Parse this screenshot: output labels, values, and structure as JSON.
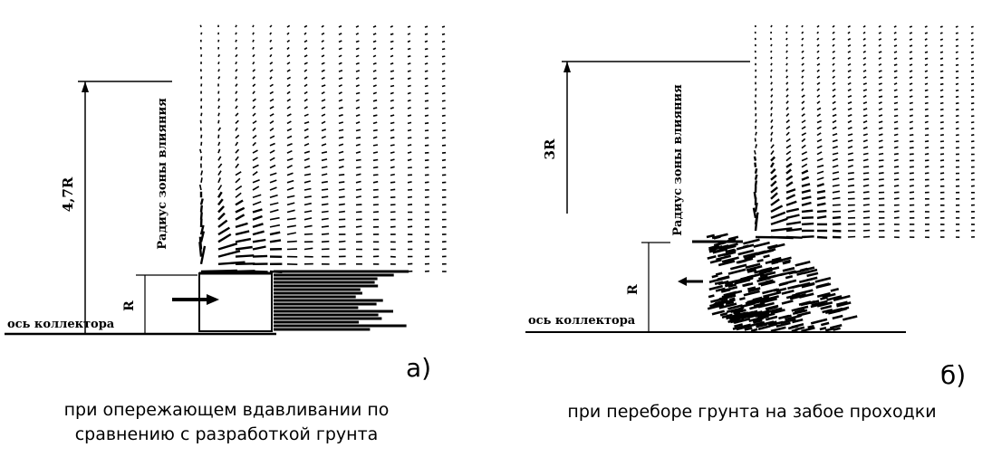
{
  "panel_a": {
    "height_label": "4,7R",
    "zone_label": "Радиус зоны влияния",
    "r_label": "R",
    "axis_label": "ось коллектора",
    "letter": "а)",
    "caption_line1": "при опережающем вдавливании по",
    "caption_line2": "сравнению с разработкой грунта"
  },
  "panel_b": {
    "height_label": "3R",
    "zone_label": "Радиус зоны влияния",
    "r_label": "R",
    "axis_label": "ось коллектора",
    "letter": "б)",
    "caption": "при переборе грунта на забое проходки"
  },
  "colors": {
    "ink": "#000000",
    "paper": "#ffffff"
  }
}
